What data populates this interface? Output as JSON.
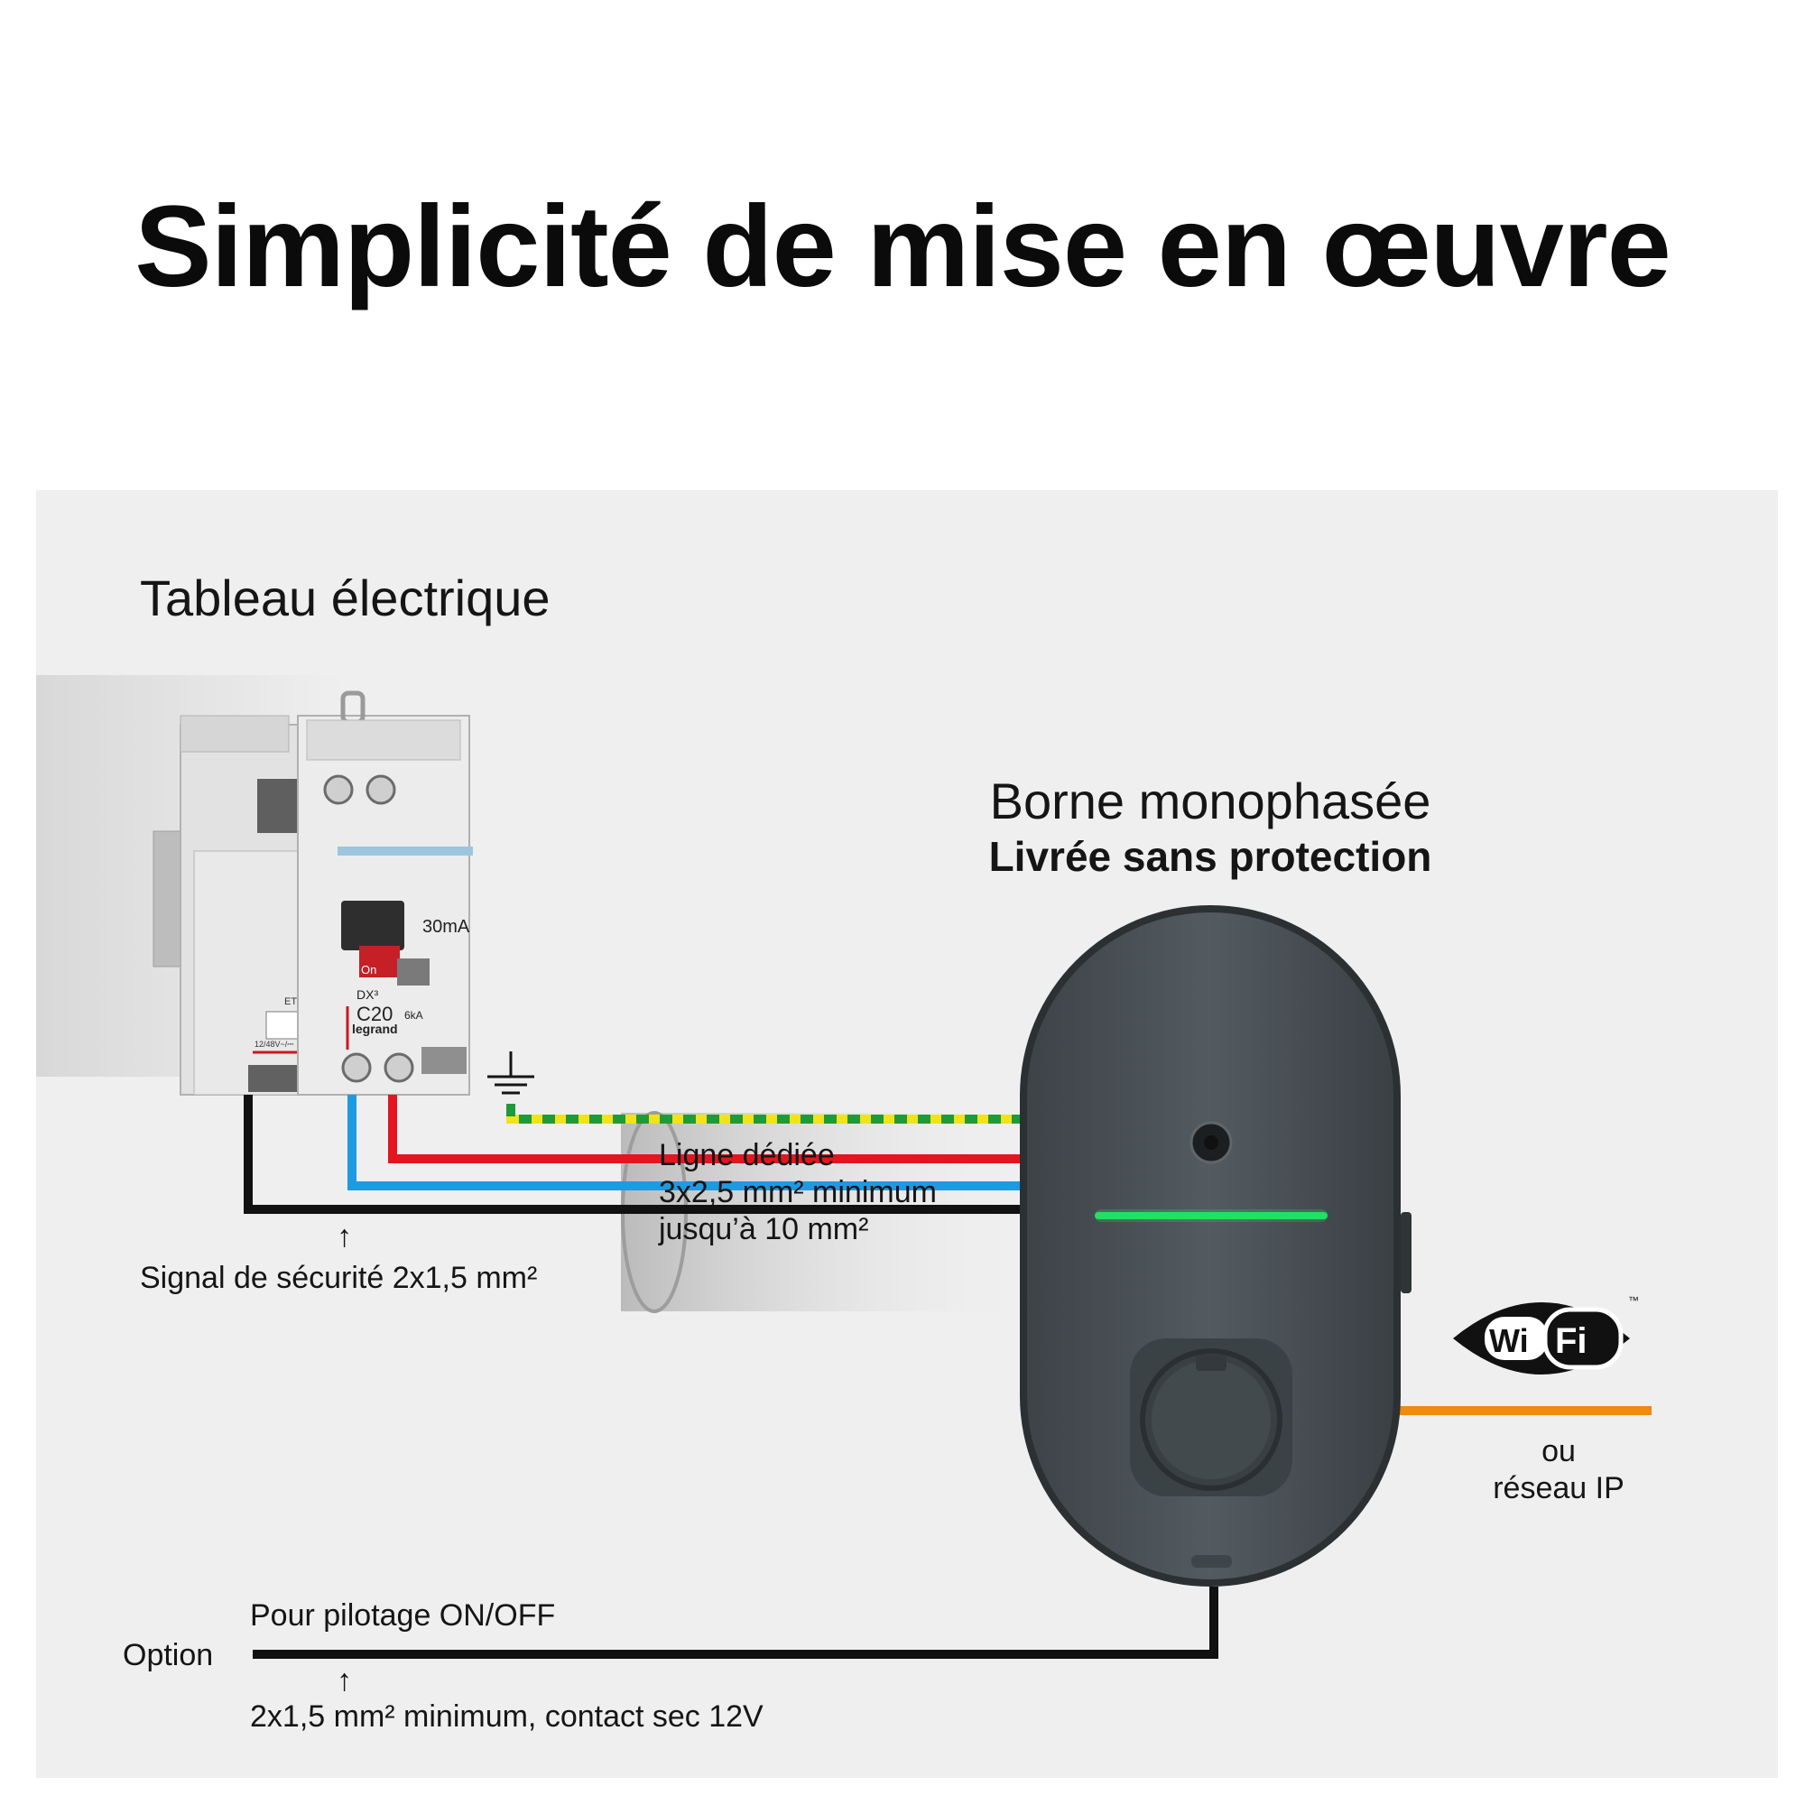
{
  "title": "Simplicité de mise en œuvre",
  "panel": {
    "tableau_label": "Tableau électrique",
    "borne_title": "Borne monophasée",
    "borne_subtitle": "Livrée sans protection",
    "ligne": {
      "line1": "Ligne dédiée",
      "line2": "3x2,5 mm² minimum",
      "line3": "jusqu’à 10 mm²"
    },
    "signal_label": "Signal de sécurité 2x1,5 mm²",
    "option_label": "Option",
    "pilotage_label": "Pour pilotage ON/OFF",
    "contact_label": "2x1,5 mm² minimum, contact sec 12V",
    "arrow_glyph": "↑",
    "ou_label": "ou",
    "reseau_label": "réseau IP",
    "wifi_logo": {
      "left": "Wi",
      "right": "Fi",
      "tm": "™"
    },
    "breaker_text": {
      "rating": "C20",
      "brand": "legrand",
      "sensitivity": "30mA",
      "model": "DX³",
      "capacity": "6kA",
      "et": "ET",
      "voltage": "12/48V~/⎓",
      "on": "On"
    }
  },
  "colors": {
    "panel_bg": "#efefef",
    "wire_phase": "#e3161f",
    "wire_neutral": "#1e9be0",
    "wire_signal": "#111111",
    "wire_earth_green": "#1f9a3a",
    "wire_earth_yellow": "#f2e21b",
    "ethernet": "#f08a10",
    "charger_body": "#4b5358",
    "led": "#22e060"
  }
}
